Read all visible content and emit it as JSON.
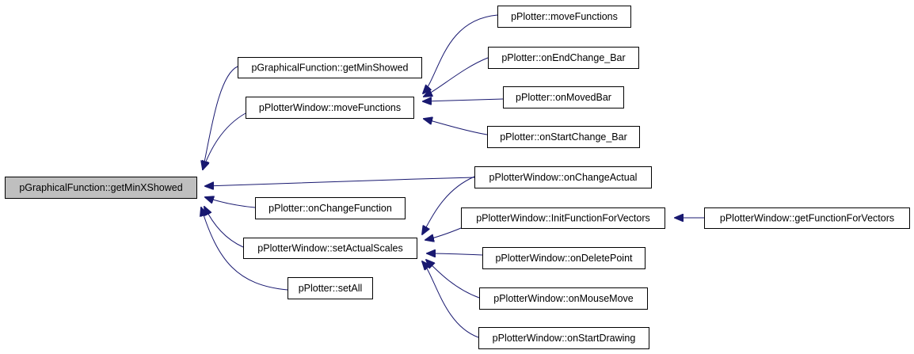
{
  "colors": {
    "edge": "#191970",
    "arrow": "#191970",
    "node_fill": "#ffffff",
    "root_fill": "#bfbfbf",
    "border": "#000000"
  },
  "graph": {
    "root": "pGraphicalFunction::getMinXShowed",
    "nodes": [
      {
        "id": "root",
        "label": "pGraphicalFunction::getMinXShowed",
        "highlighted": true
      },
      {
        "id": "gms",
        "label": "pGraphicalFunction::getMinShowed"
      },
      {
        "id": "pwmf",
        "label": "pPlotterWindow::moveFunctions"
      },
      {
        "id": "pcf",
        "label": "pPlotter::onChangeFunction"
      },
      {
        "id": "pwsas",
        "label": "pPlotterWindow::setActualScales"
      },
      {
        "id": "psa",
        "label": "pPlotter::setAll"
      },
      {
        "id": "pmf",
        "label": "pPlotter::moveFunctions"
      },
      {
        "id": "pecb",
        "label": "pPlotter::onEndChange_Bar"
      },
      {
        "id": "pmb",
        "label": "pPlotter::onMovedBar"
      },
      {
        "id": "pscb",
        "label": "pPlotter::onStartChange_Bar"
      },
      {
        "id": "pwoca",
        "label": "pPlotterWindow::onChangeActual"
      },
      {
        "id": "pwiffv",
        "label": "pPlotterWindow::InitFunctionForVectors"
      },
      {
        "id": "pwodp",
        "label": "pPlotterWindow::onDeletePoint"
      },
      {
        "id": "pwomm",
        "label": "pPlotterWindow::onMouseMove"
      },
      {
        "id": "pwosd",
        "label": "pPlotterWindow::onStartDrawing"
      },
      {
        "id": "pwgffv",
        "label": "pPlotterWindow::getFunctionForVectors"
      }
    ],
    "edges": [
      {
        "from": "gms",
        "to": "root"
      },
      {
        "from": "pwmf",
        "to": "root"
      },
      {
        "from": "pwoca",
        "to": "root"
      },
      {
        "from": "pcf",
        "to": "root"
      },
      {
        "from": "pwsas",
        "to": "root"
      },
      {
        "from": "psa",
        "to": "root"
      },
      {
        "from": "pmf",
        "to": "pwmf"
      },
      {
        "from": "pecb",
        "to": "pwmf"
      },
      {
        "from": "pmb",
        "to": "pwmf"
      },
      {
        "from": "pscb",
        "to": "pwmf"
      },
      {
        "from": "pwoca",
        "to": "pwsas"
      },
      {
        "from": "pwiffv",
        "to": "pwsas"
      },
      {
        "from": "pwodp",
        "to": "pwsas"
      },
      {
        "from": "pwomm",
        "to": "pwsas"
      },
      {
        "from": "pwosd",
        "to": "pwsas"
      },
      {
        "from": "pwgffv",
        "to": "pwiffv"
      }
    ]
  }
}
